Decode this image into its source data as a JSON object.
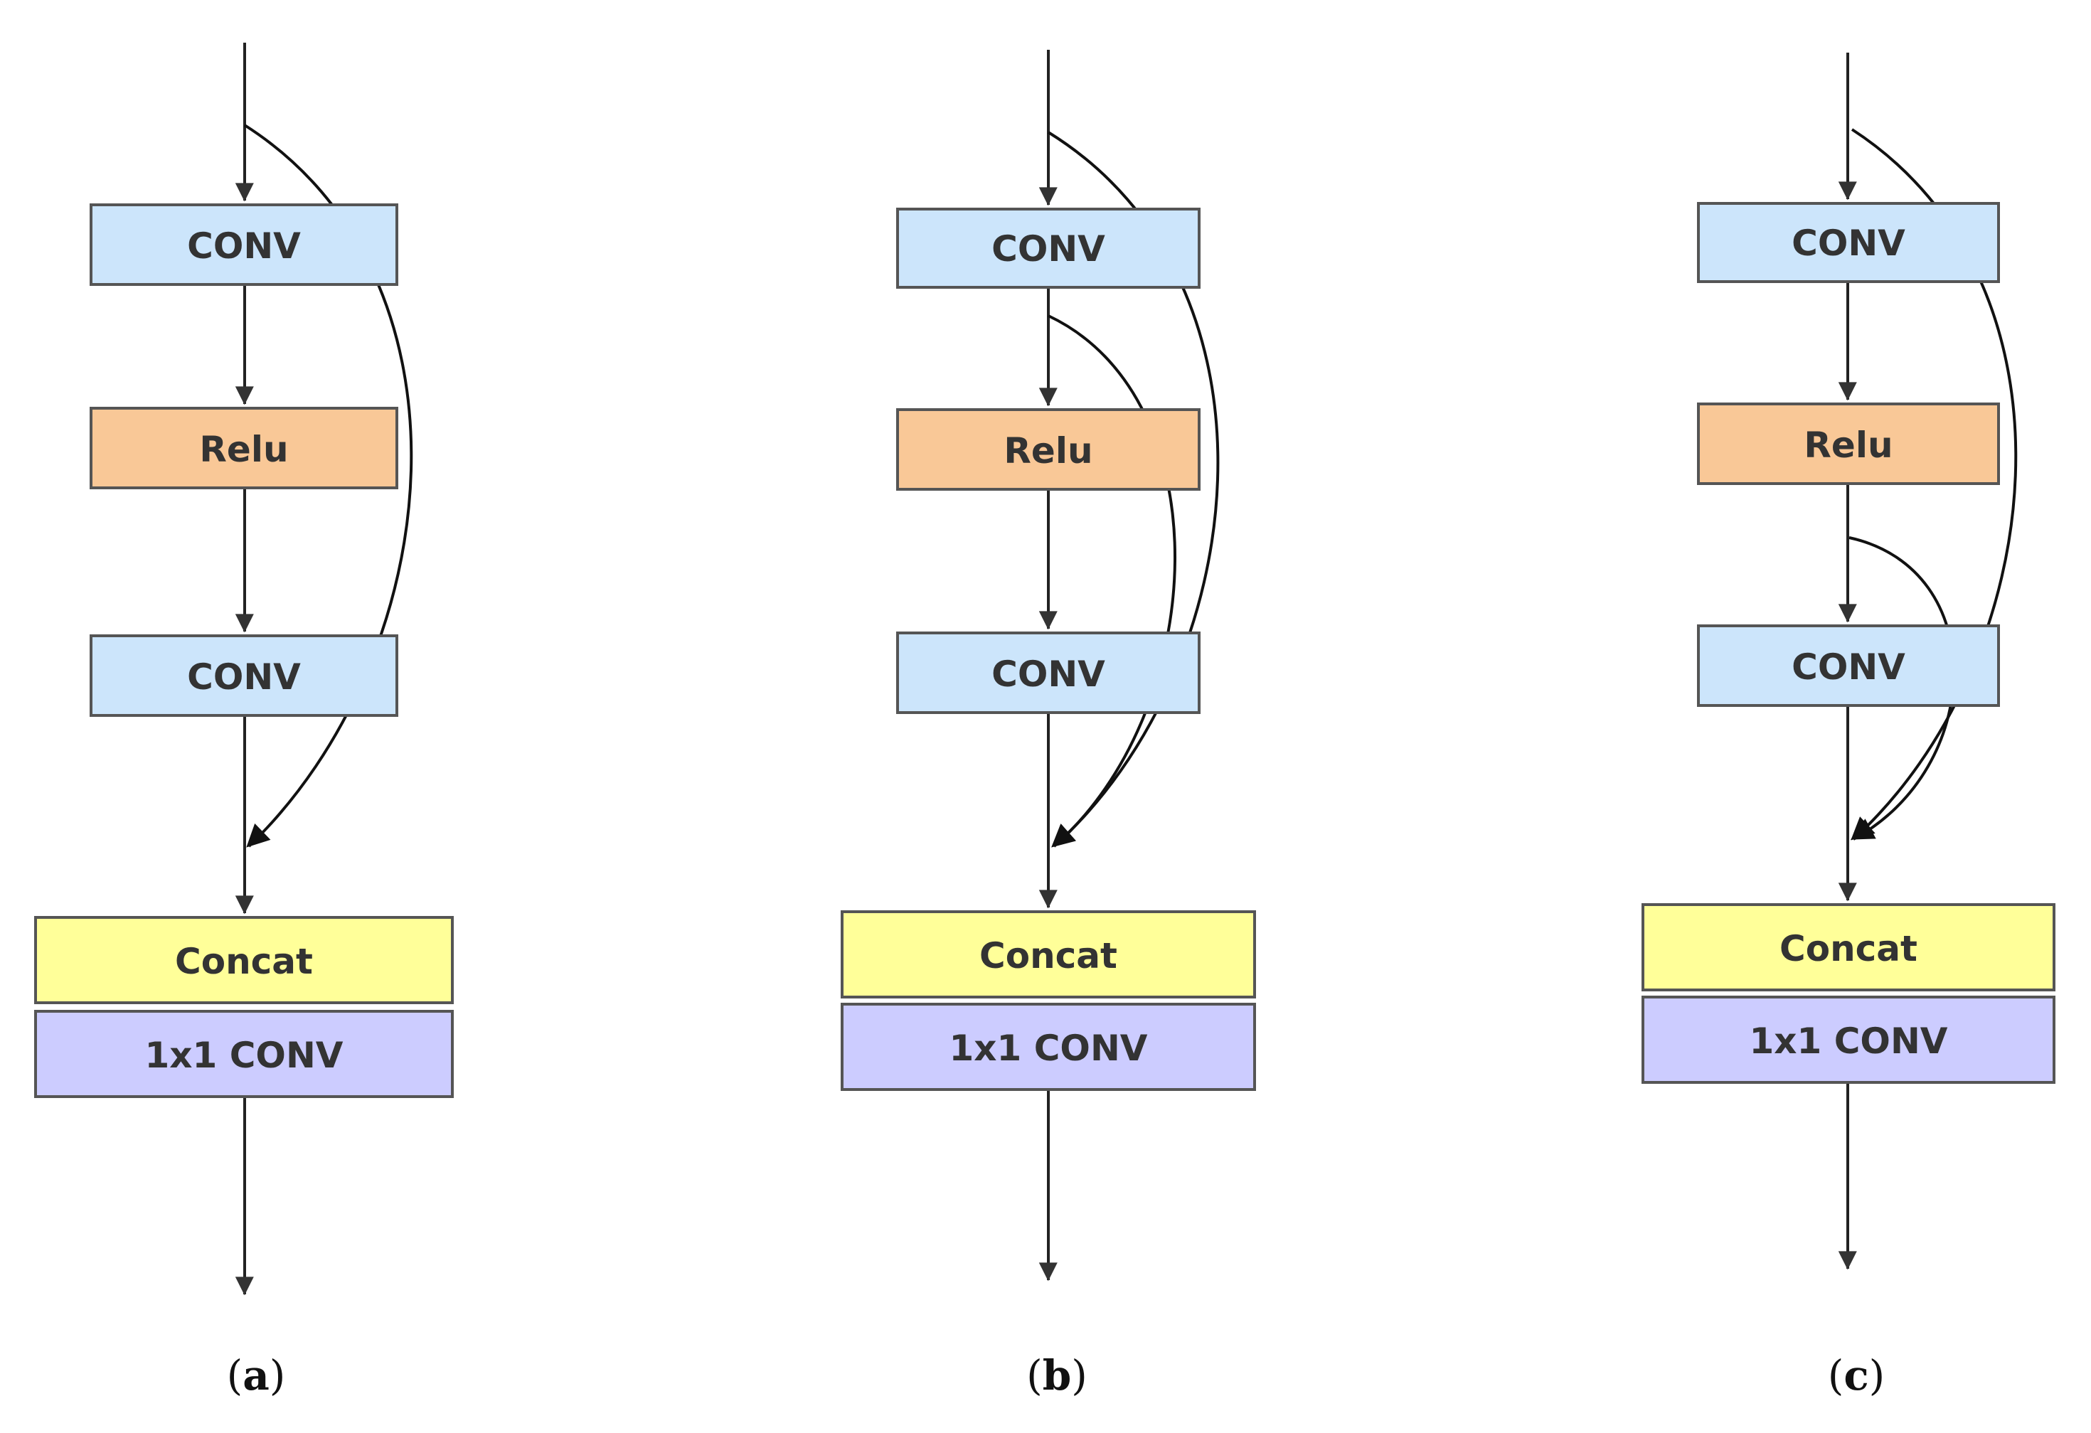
{
  "colors": {
    "conv": "#cce5fb",
    "relu": "#f9c897",
    "concat": "#ffff99",
    "conv1x1": "#ccccff",
    "border": "#555555",
    "text": "#333333"
  },
  "panels": [
    {
      "caption_open": "(",
      "caption_letter": "a",
      "caption_close": ")",
      "blocks": [
        {
          "label": "CONV",
          "kind": "conv"
        },
        {
          "label": "Relu",
          "kind": "relu"
        },
        {
          "label": "CONV",
          "kind": "conv"
        },
        {
          "label": "Concat",
          "kind": "concat"
        },
        {
          "label": "1x1 CONV",
          "kind": "conv1x1"
        }
      ]
    },
    {
      "caption_open": "(",
      "caption_letter": "b",
      "caption_close": ")",
      "blocks": [
        {
          "label": "CONV",
          "kind": "conv"
        },
        {
          "label": "Relu",
          "kind": "relu"
        },
        {
          "label": "CONV",
          "kind": "conv"
        },
        {
          "label": "Concat",
          "kind": "concat"
        },
        {
          "label": "1x1 CONV",
          "kind": "conv1x1"
        }
      ]
    },
    {
      "caption_open": "(",
      "caption_letter": "c",
      "caption_close": ")",
      "blocks": [
        {
          "label": "CONV",
          "kind": "conv"
        },
        {
          "label": "Relu",
          "kind": "relu"
        },
        {
          "label": "CONV",
          "kind": "conv"
        },
        {
          "label": "Concat",
          "kind": "concat"
        },
        {
          "label": "1x1 CONV",
          "kind": "conv1x1"
        }
      ]
    }
  ]
}
